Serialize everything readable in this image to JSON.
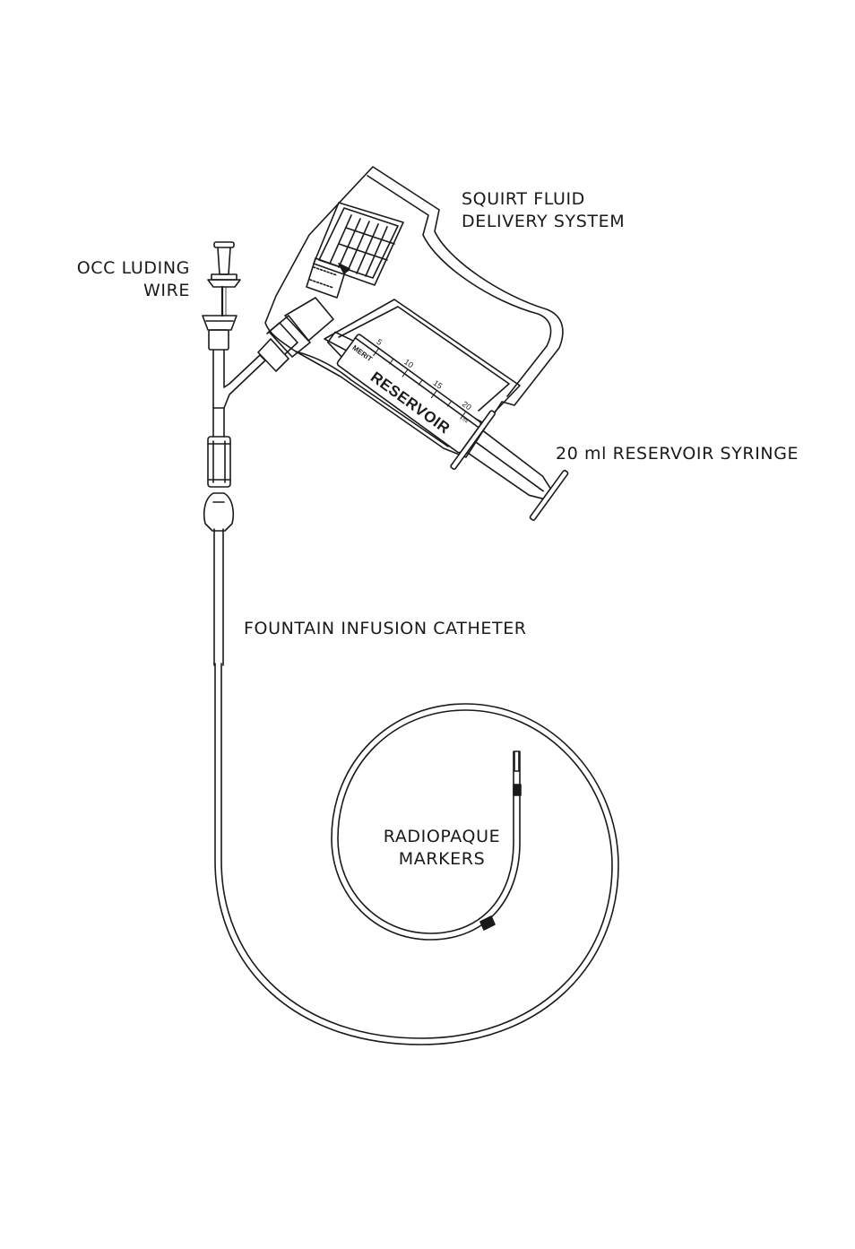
{
  "labels": {
    "squirt": [
      "SQUIRT FLUID",
      "DELIVERY SYSTEM"
    ],
    "occluding": [
      "OCC LUDING",
      "WIRE"
    ],
    "syringe": "20 ml RESERVOIR SYRINGE",
    "catheter": "FOUNTAIN INFUSION CATHETER",
    "markers": [
      "RADIOPAQUE",
      "MARKERS"
    ]
  },
  "barrel": {
    "name": "RESERVOIR",
    "brand": "MERIT",
    "unit": "ml",
    "ticks": [
      "5",
      "10",
      "15",
      "20"
    ]
  },
  "colors": {
    "ink": "#1a1a1a",
    "paper": "#ffffff"
  }
}
